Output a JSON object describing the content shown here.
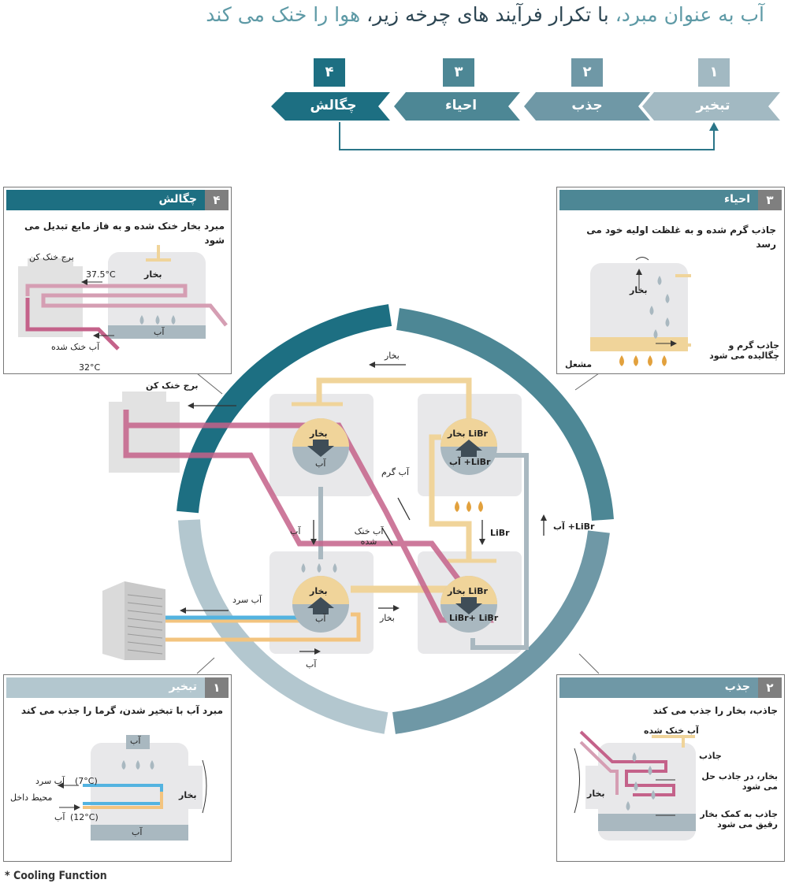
{
  "title": {
    "part1": "آب به عنوان مبرد، ",
    "part2": "با تکرار فرآیند های چرخه زیر، ",
    "part3": "هوا را خنک می کند"
  },
  "steps": [
    {
      "num": "۱",
      "label": "تبخیر",
      "color": "#a2b9c2"
    },
    {
      "num": "۲",
      "label": "جذب",
      "color": "#6f98a6"
    },
    {
      "num": "۳",
      "label": "احیاء",
      "color": "#4d8795"
    },
    {
      "num": "۴",
      "label": "چگالش",
      "color": "#1d6f82"
    }
  ],
  "colors": {
    "hot_water": "#d59eb3",
    "hot_water_dark": "#c4628a",
    "vapor": "#f0d49a",
    "cold": "#53b3e0",
    "warm": "#f3c47f",
    "grey": "#a9b8c0",
    "box": "#e8e8ea"
  },
  "panel4": {
    "num": "۴",
    "title": "چگالش",
    "desc": "مبرد بخار خنک شده و به فاز مایع تبدیل می شود",
    "tower": "برج خنک کن",
    "temp_in": "37.5°C",
    "temp_out": "32°C",
    "cooled_water": "آب خنک شده",
    "vapor": "بخار",
    "water": "آب"
  },
  "panel3": {
    "num": "۳",
    "title": "احیاء",
    "desc": "جاذب گرم شده و به غلظت اولیه خود می رسد",
    "vapor": "بخار",
    "absorbent": "جاذب گرم و چگالیده می شود",
    "burner": "مشعل"
  },
  "panel1": {
    "num": "۱",
    "title": "تبخیر",
    "desc": "مبرد آب با تبخیر شدن، گرما را جذب می کند",
    "water_top": "آب",
    "cold_water": "آب سرد",
    "cold_temp": "(7°C)",
    "ambient": "محیط داخل",
    "water_in": "آب",
    "warm_temp": "(12°C)",
    "vapor": "بخار",
    "water_bottom": "آب"
  },
  "panel2": {
    "num": "۲",
    "title": "جذب",
    "desc": "جاذب، بخار را جذب می کند",
    "cooled_water": "آب خنک شده",
    "absorbent": "جاذب",
    "vapor": "بخار",
    "dissolve": "بخار، در جاذب حل می شود",
    "dilute": "جاذب به کمک بخار رقیق می شود"
  },
  "center": {
    "tower": "برج خنک کن",
    "vapor_top": "بخار",
    "hot_water": "آب گرم",
    "cool_water": "آب خنک شده",
    "water_down": "آب",
    "libr_down": "LiBr",
    "libr_up": "LiBr+ آب",
    "cold_water": "آب سرد",
    "vapor_mid": "بخار",
    "water_bottom": "آب",
    "cond_top": "بخار",
    "cond_bot": "آب",
    "gen_top": "LiBr بخار",
    "gen_bot": "LiBr+ آب",
    "evap_top": "بخار",
    "evap_bot": "آب",
    "abs_top": "LiBr بخار",
    "abs_bot": "LiBr+ LiBr"
  },
  "footnote": "* Cooling Function"
}
